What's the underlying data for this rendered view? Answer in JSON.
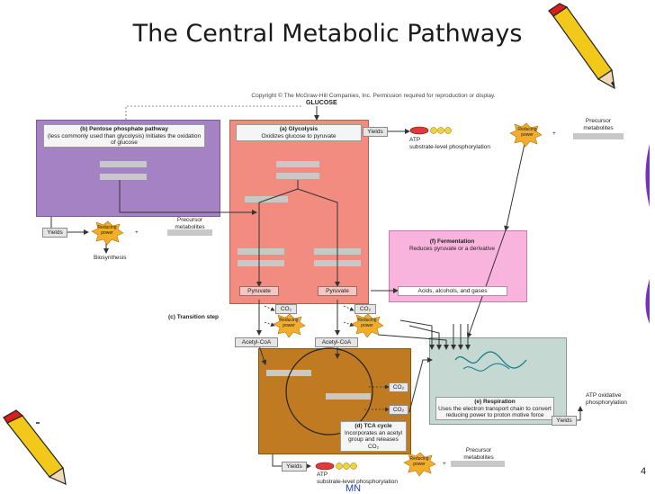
{
  "slide": {
    "title": "The Central Metabolic Pathways",
    "copyright": "Copyright © The McGraw-Hill Companies, Inc. Permission required for reproduction or display.",
    "page_number": "4",
    "initials": "MN"
  },
  "diagram": {
    "glucose": "GLUCOSE",
    "pentose": {
      "title": "(b) Pentose phosphate pathway",
      "desc": "(less commonly used than glycolysis) Initiates the oxidation of glucose"
    },
    "glycolysis": {
      "title": "(a) Glycolysis",
      "desc": "Oxidizes glucose to pyruvate"
    },
    "fermentation": {
      "title": "(f) Fermentation",
      "desc": "Reduces pyruvate or a derivative"
    },
    "transition": "(c) Transition step",
    "tca": {
      "title": "(d) TCA cycle",
      "desc": "Incorporates an acetyl group and releases CO₂"
    },
    "respiration": {
      "title": "(e) Respiration",
      "desc": "Uses the electron transport chain to convert reducing power to proton motive force"
    },
    "labels": {
      "yields": "Yields",
      "atp": "ATP",
      "substrate_phos": "substrate-level phosphorylation",
      "oxidative_phos": "ATP oxidative phosphorylation",
      "reducing_power": "Reducing power",
      "precursor": "Precursor metabolites",
      "biosynthesis": "Biosynthesis",
      "pyruvate": "Pyruvate",
      "acetyl_coa": "Acetyl-CoA",
      "co2": "CO₂",
      "products": "Acids, alcohols, and gases",
      "plus": "+"
    }
  },
  "colors": {
    "pentose": "#a582c4",
    "glycolysis": "#f28c80",
    "fermentation": "#f8b4dc",
    "tca": "#c07a22",
    "respiration": "#c5d8d2",
    "star": "#f2ad2a",
    "pencil_yellow": "#f2c81a",
    "pencil_red": "#d81e1e",
    "accent_purple": "#7b2fbf"
  },
  "icons": [
    "pencil-icon",
    "reducing-power-star-icon",
    "atp-molecule-icon",
    "electron-wave-icon"
  ]
}
